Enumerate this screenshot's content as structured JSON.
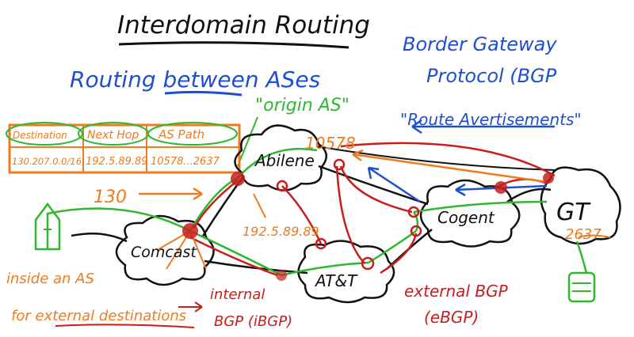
{
  "title": "Interdomain Routing",
  "subtitle": "Routing between ASes",
  "bgp": {
    "line1": "Border Gateway",
    "line2": "Protocol (BGP",
    "route_adv": "\"Route Avertisements\""
  },
  "origin_as": "\"origin AS\"",
  "table": {
    "headers": [
      "Destination",
      "Next Hop",
      "AS Path"
    ],
    "row": [
      "130.207.0.0/16",
      "192.5.89.89",
      "10578...2637"
    ]
  },
  "labels": {
    "prefix_130": "130",
    "asn_10578": "10578",
    "asn_2637": "2637",
    "next_hop_ip": "192.5.89.89",
    "inside_as_1": "inside an AS",
    "inside_as_2": "for external destinations",
    "ibgp_1": "internal",
    "ibgp_2": "BGP (iBGP)",
    "ebgp_1": "external BGP",
    "ebgp_2": "(eBGP)"
  },
  "nodes": {
    "abilene": "Abilene",
    "comcast": "Comcast",
    "att": "AT&T",
    "cogent": "Cogent",
    "gt": "GT"
  },
  "colors": {
    "ink": "#111111",
    "blue": "#1f4fd1",
    "green": "#2fb82f",
    "orange": "#f07a1e",
    "red": "#c81e1e"
  }
}
